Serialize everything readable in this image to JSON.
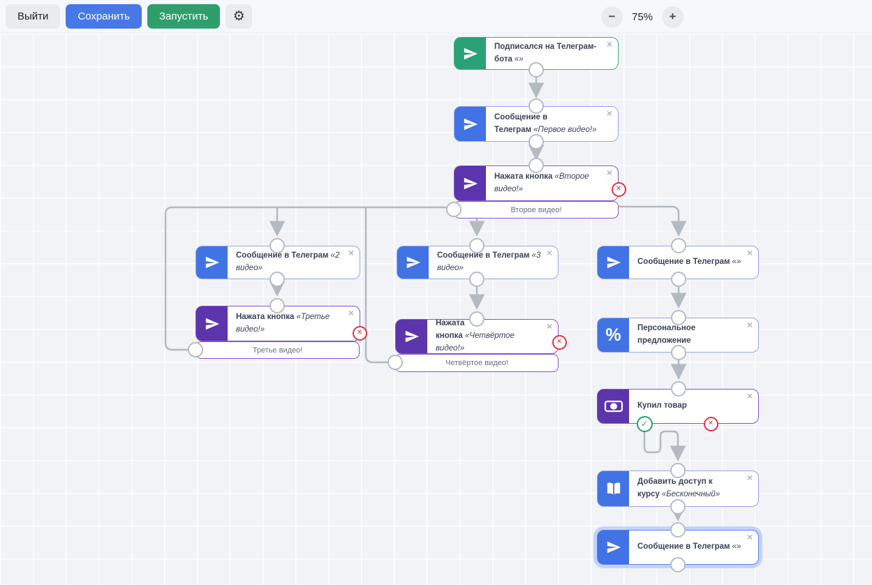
{
  "toolbar": {
    "exit": "Выйти",
    "save": "Сохранить",
    "run": "Запустить",
    "settings_icon": "⚙",
    "zoom_out": "−",
    "zoom_level": "75%",
    "zoom_in": "+"
  },
  "symbols": {
    "close": "×",
    "fail": "✕",
    "success": "✓",
    "percent": "%"
  },
  "colors": {
    "accent_blue": "#4678e8",
    "accent_green": "#2f9e6d",
    "icon_green": "#2aa176",
    "icon_blue": "#4273e4",
    "icon_purple": "#5c34ab",
    "edge_gray": "#b4bac2",
    "fail_red": "#dd3442",
    "success_green": "#27a06a",
    "selection_halo": "#c3d2f8"
  },
  "nodes": [
    {
      "id": "subscribed-telegram-bot",
      "icon": "telegram-plane-icon",
      "title": "Подписался на Телеграм-бота",
      "quote": "«»"
    },
    {
      "id": "message-first-video",
      "icon": "telegram-plane-icon",
      "title": "Сообщение в Телеграм",
      "quote": "«Первое видео!»"
    },
    {
      "id": "button-pressed-second-video",
      "icon": "telegram-plane-icon",
      "title": "Нажата кнопка",
      "quote": "«Второе видео!»",
      "button_label": "Второе видео!"
    },
    {
      "id": "message-2-video",
      "icon": "telegram-plane-icon",
      "title": "Сообщение в Телеграм",
      "quote": "«2 видео»"
    },
    {
      "id": "button-pressed-third-video",
      "icon": "telegram-plane-icon",
      "title": "Нажата кнопка",
      "quote": "«Третье видео!»",
      "button_label": "Третье видео!"
    },
    {
      "id": "message-3-video",
      "icon": "telegram-plane-icon",
      "title": "Сообщение в Телеграм",
      "quote": "«3 видео»"
    },
    {
      "id": "button-pressed-fourth-video",
      "icon": "telegram-plane-icon",
      "title": "Нажата кнопка",
      "quote": "«Четвёртое видео!»",
      "button_label": "Четвёртое видео!"
    },
    {
      "id": "message-telegram-empty",
      "icon": "telegram-plane-icon",
      "title": "Сообщение в Телеграм",
      "quote": "«»"
    },
    {
      "id": "personal-offer",
      "icon": "percent-icon",
      "title": "Персональное предложение",
      "quote": ""
    },
    {
      "id": "bought-product",
      "icon": "banknote-icon",
      "title": "Купил товар",
      "quote": ""
    },
    {
      "id": "course-access",
      "icon": "open-book-icon",
      "title": "Добавить доступ к курсу",
      "quote": "«Бесконечный»"
    },
    {
      "id": "message-telegram-final",
      "icon": "telegram-plane-icon",
      "title": "Сообщение в Телеграм",
      "quote": "«»"
    }
  ]
}
